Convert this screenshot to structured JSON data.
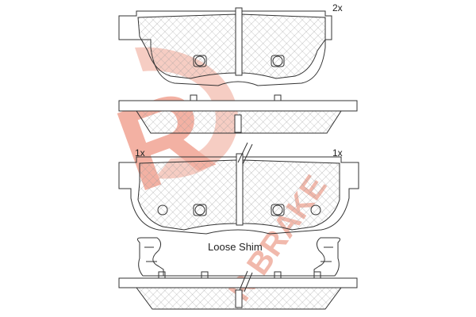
{
  "labels": {
    "quantity_top": "2x",
    "quantity_left": "1x",
    "quantity_right": "1x",
    "loose_shim": "Loose Shim"
  },
  "watermark": {
    "brand_text": "R BRAKE",
    "logo_glyph": "R"
  },
  "colors": {
    "outline": "#333333",
    "watermark_red": "#e8352a",
    "watermark_pink": "#f6c8bd",
    "hatch": "#9a9a9a"
  }
}
